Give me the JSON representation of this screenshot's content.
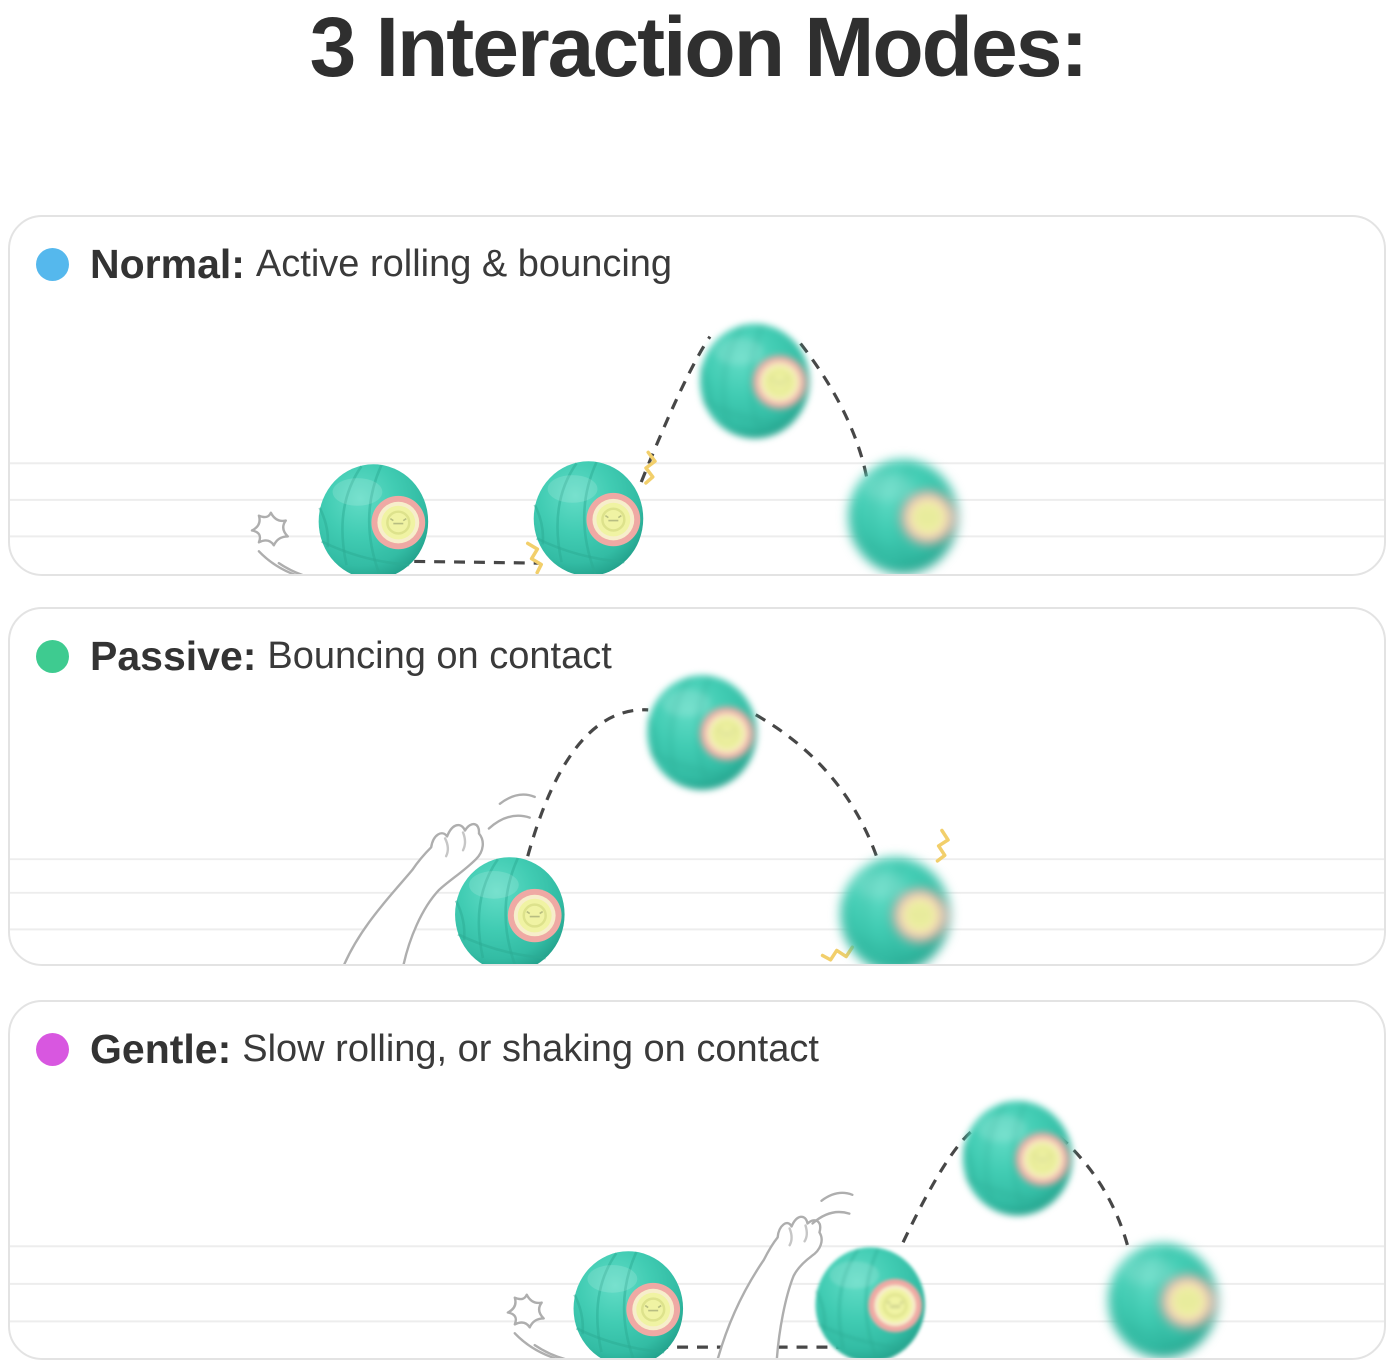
{
  "title": "3 Interaction Modes:",
  "modes": [
    {
      "name": "Normal",
      "label": "Normal:",
      "description": "Active rolling & bouncing",
      "dot_color": "#55b8ed"
    },
    {
      "name": "Passive",
      "label": "Passive:",
      "description": "Bouncing on contact",
      "dot_color": "#3ecb90"
    },
    {
      "name": "Gentle",
      "label": "Gentle:",
      "description": "Slow rolling, or shaking on contact",
      "dot_color": "#d857e0"
    }
  ],
  "colors": {
    "title_text": "#2f2f2f",
    "mode_text": "#333333",
    "panel_border": "#e3e3e3",
    "panel_bg": "#ffffff",
    "floor_line": "#ededed",
    "trajectory": "#474747",
    "ball_teal": "#3fc9b0",
    "ball_teal_dark": "#1f9a85",
    "ball_seam": "#2cab93",
    "eye_ring_pink": "#efa9a4",
    "eye_cream": "#f7eecb",
    "eye_yellow": "#f0f3a3",
    "impact_zigzag": "#f2cf6b",
    "sketch_stroke": "#aeaeae"
  }
}
